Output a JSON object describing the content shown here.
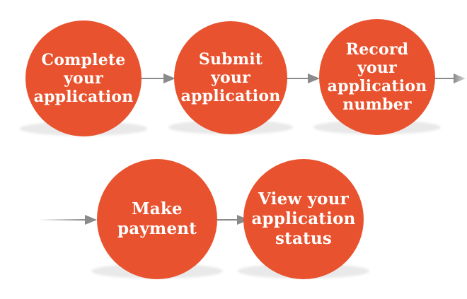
{
  "diagram": {
    "name": "application-process-flow",
    "steps": [
      {
        "id": 1,
        "name": "complete-your-application",
        "label": "Complete\nyour\napplication"
      },
      {
        "id": 2,
        "name": "submit-your-application",
        "label": "Submit\nyour\napplication"
      },
      {
        "id": 3,
        "name": "record-your-application-number",
        "label": "Record\nyour\napplication\nnumber"
      },
      {
        "id": 4,
        "name": "make-payment",
        "label": "Make\npayment"
      },
      {
        "id": 5,
        "name": "view-your-application-status",
        "label": "View your\napplication\nstatus"
      }
    ],
    "arrows": [
      {
        "from": "start-offscreen",
        "to": "make-payment",
        "style": "fade-in"
      },
      {
        "from": "complete-your-application",
        "to": "submit-your-application",
        "style": "solid"
      },
      {
        "from": "submit-your-application",
        "to": "record-your-application-number",
        "style": "solid"
      },
      {
        "from": "record-your-application-number",
        "to": "offscreen-right",
        "style": "fade-out"
      },
      {
        "from": "make-payment",
        "to": "view-your-application-status",
        "style": "solid"
      }
    ],
    "colors": {
      "circle": "#e8522e",
      "label": "#ffffff",
      "arrow": "#8a8a8a",
      "shadow": "#e9e9e9",
      "background": "#ffffff"
    }
  }
}
